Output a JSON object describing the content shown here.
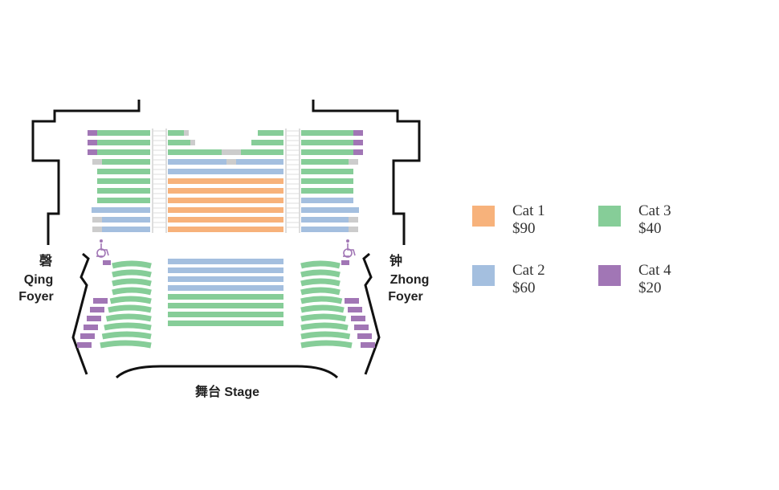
{
  "labels": {
    "left_foyer_cn": "磬",
    "left_foyer_en_1": "Qing",
    "left_foyer_en_2": "Foyer",
    "right_foyer_cn": "钟",
    "right_foyer_en_1": "Zhong",
    "right_foyer_en_2": "Foyer",
    "stage": "舞台 Stage"
  },
  "legend": [
    {
      "name": "Cat 1",
      "price": "$90",
      "color": "#f7b27b"
    },
    {
      "name": "Cat 2",
      "price": "$60",
      "color": "#a4bfdf"
    },
    {
      "name": "Cat 3",
      "price": "$40",
      "color": "#86cd98"
    },
    {
      "name": "Cat 4",
      "price": "$20",
      "color": "#a176b5"
    }
  ],
  "colors": {
    "cat1": "#f7b27b",
    "cat2": "#a4bfdf",
    "cat3": "#86cd98",
    "cat4": "#a176b5",
    "unavailable": "#cccccc",
    "walls": "#111111",
    "wheelchair": "#a176b5"
  },
  "upper_section": {
    "left_rows": [
      "3|4",
      "3|4",
      "3|4",
      "3|x",
      "3",
      "3",
      "3",
      "3",
      "2",
      "2|x",
      "2|x"
    ],
    "center_rows": [
      "1:3",
      "1:3",
      "1:3",
      "1:2",
      "1:2",
      "1",
      "1",
      "1",
      "1",
      "1",
      "1"
    ],
    "right_rows": [
      "3|4",
      "3|4",
      "3|4",
      "3|x",
      "3",
      "3",
      "3",
      "2",
      "2",
      "2|x",
      "2|x"
    ]
  },
  "lower_section": {
    "left_rows": [
      "3",
      "3",
      "3",
      "3",
      "3|4",
      "3|4",
      "3|4",
      "3|4",
      "3|4",
      "3|4"
    ],
    "center_rows": [
      "2",
      "2",
      "2",
      "2",
      "3",
      "3",
      "3",
      "3"
    ],
    "right_rows": [
      "3",
      "3",
      "3",
      "3",
      "3|4",
      "3|4",
      "3|4",
      "3|4",
      "3|4",
      "3|4"
    ]
  },
  "icons": {
    "wheelchair": "wheelchair-icon"
  }
}
